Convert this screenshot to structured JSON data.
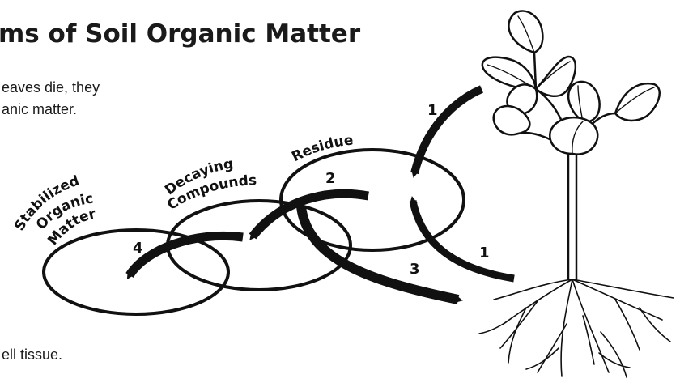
{
  "title": "ms of Soil Organic Matter",
  "intro_line1": "eaves die, they",
  "intro_line2": "anic matter.",
  "footer_text": "ell tissue.",
  "labels": {
    "residue": "Residue",
    "decaying_1": "Decaying",
    "decaying_2": "Compounds",
    "stabilized_1": "Stabilized",
    "stabilized_2": "Organic",
    "stabilized_3": "Matter"
  },
  "arrow_numbers": {
    "leaf_drop": "1",
    "root_input": "1",
    "decay": "2",
    "to_roots": "3",
    "stabilize": "4"
  },
  "colors": {
    "ink": "#111111",
    "background": "#ffffff"
  }
}
